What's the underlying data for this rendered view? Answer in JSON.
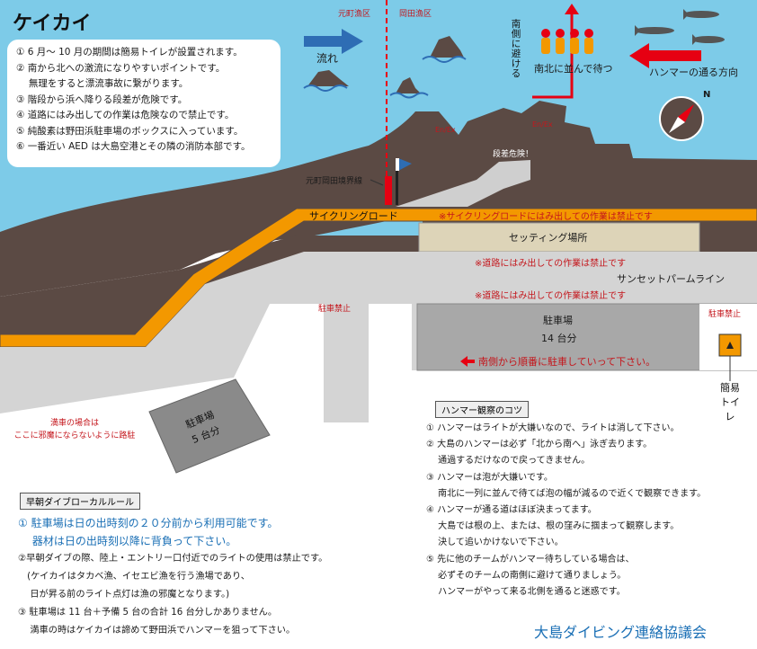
{
  "map": {
    "title": "ケイカイ",
    "fishing_zones": {
      "left": "元町漁区",
      "right": "岡田漁区"
    },
    "current_label": "流れ",
    "avoid_south": [
      "南",
      "側",
      "に",
      "避",
      "け",
      "る"
    ],
    "line_up_label": "南北に並んで待つ",
    "hammer_path_label": "ハンマーの通る方向",
    "compass_north": "N",
    "boundary_label": "元町岡田境界線",
    "entry_exit": "En/Ex",
    "step_danger": "段差危険！",
    "cycling_road": "サイクリングロード",
    "cycling_warning": "※サイクリングロードにはみ出しての作業は禁止です",
    "setting_area": "セッティング場所",
    "road_warning": "※道路にはみ出しての作業は禁止です",
    "sunset_line": "サンセットパームライン",
    "no_parking": "駐車禁止",
    "parking_main": {
      "title": "駐車場",
      "count": "14 台分",
      "note": "南側から順番に駐車していって下さい。"
    },
    "parking_small": {
      "title": "駐車場",
      "count": "5 台分"
    },
    "full_note": [
      "満車の場合は",
      "ここに邪魔にならないように路駐"
    ],
    "toilet": [
      "簡易",
      "トイレ"
    ],
    "footer": "大島ダイビング連絡協議会"
  },
  "info_box": {
    "items": [
      "① 6 月～ 10 月の期間は簡易トイレが設置されます。",
      "② 南から北への激流になりやすいポイントです。",
      "　 無理をすると漂流事故に繋がります。",
      "③ 階段から浜へ降りる段差が危険です。",
      "④ 道路にはみ出しての作業は危険なので禁止です。",
      "⑤ 純酸素は野田浜駐車場のボックスに入っています。",
      "⑥ 一番近い AED は大島空港とその隣の消防本部です。"
    ]
  },
  "hammer_tips": {
    "title": "ハンマー観察のコツ",
    "items": [
      "① ハンマーはライトが大嫌いなので、ライトは消して下さい。",
      "② 大島のハンマーは必ず「北から南へ」泳ぎ去ります。",
      "　 通過するだけなので戻ってきません。",
      "③ ハンマーは泡が大嫌いです。",
      "　 南北に一列に並んで待てば泡の幅が減るので近くで観察できます。",
      "④ ハンマーが通る道はほぼ決まってます。",
      "　 大島では根の上、または、根の窪みに掴まって観察します。",
      "　 決して追いかけないで下さい。",
      "⑤ 先に他のチームがハンマー待ちしている場合は、",
      "　 必ずそのチームの南側に避けて通りましょう。",
      "　 ハンマーがやって来る北側を通ると迷惑です。"
    ]
  },
  "early_rules": {
    "title": "早朝ダイブローカルルール",
    "items": [
      "① 駐車場は日の出時刻の２０分前から利用可能です。",
      "　 器材は日の出時刻以降に背負って下さい。",
      "②早朝ダイブの際、陸上・エントリー口付近でのライトの使用は禁止です。",
      "　(ケイカイはタカベ漁、イセエビ漁を行う漁場であり、",
      "　 日が昇る前のライト点灯は漁の邪魔となります。)",
      "③ 駐車場は 11 台＋予備 5 台の合計 16 台分しかありません。",
      "　 満車の時はケイカイは諦めて野田浜でハンマーを狙って下さい。"
    ]
  },
  "colors": {
    "sea": "#7dcbe8",
    "rock": "#5b4a44",
    "cycling": "#f39800",
    "setting": "#ddd4b8",
    "road": "#d4d4d4",
    "parking": "#a8a8a8",
    "accent_red": "#e60012",
    "arrow_blue": "#2e6db4"
  }
}
